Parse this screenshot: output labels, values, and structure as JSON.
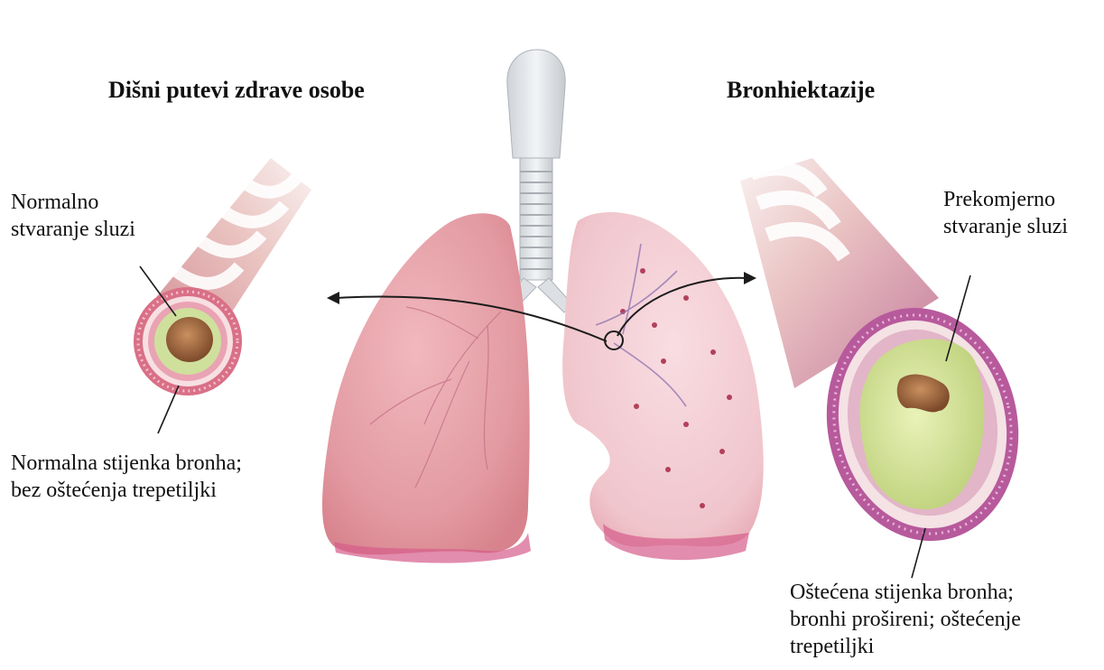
{
  "titles": {
    "healthy": "Dišni putevi zdrave osobe",
    "disease": "Bronhiektazije"
  },
  "labels": {
    "normal_mucus": "Normalno\nstvaranje sluzi",
    "normal_wall": "Normalna stijenka bronha;\nbez oštećenja trepetiljki",
    "excess_mucus": "Prekomjerno\nstvaranje sluzi",
    "damaged_wall": "Oštećena stijenka bronha;\nbronhi prošireni; oštećenje\ntrepetiljki"
  },
  "colors": {
    "lung_healthy": "#e7a3a8",
    "lung_disease": "#f1c6cc",
    "mucus_normal": "#c9dd9a",
    "mucus_excess": "#d8e8a6",
    "lumen": "#a0653a",
    "wall_ring": "#c75a8e"
  }
}
